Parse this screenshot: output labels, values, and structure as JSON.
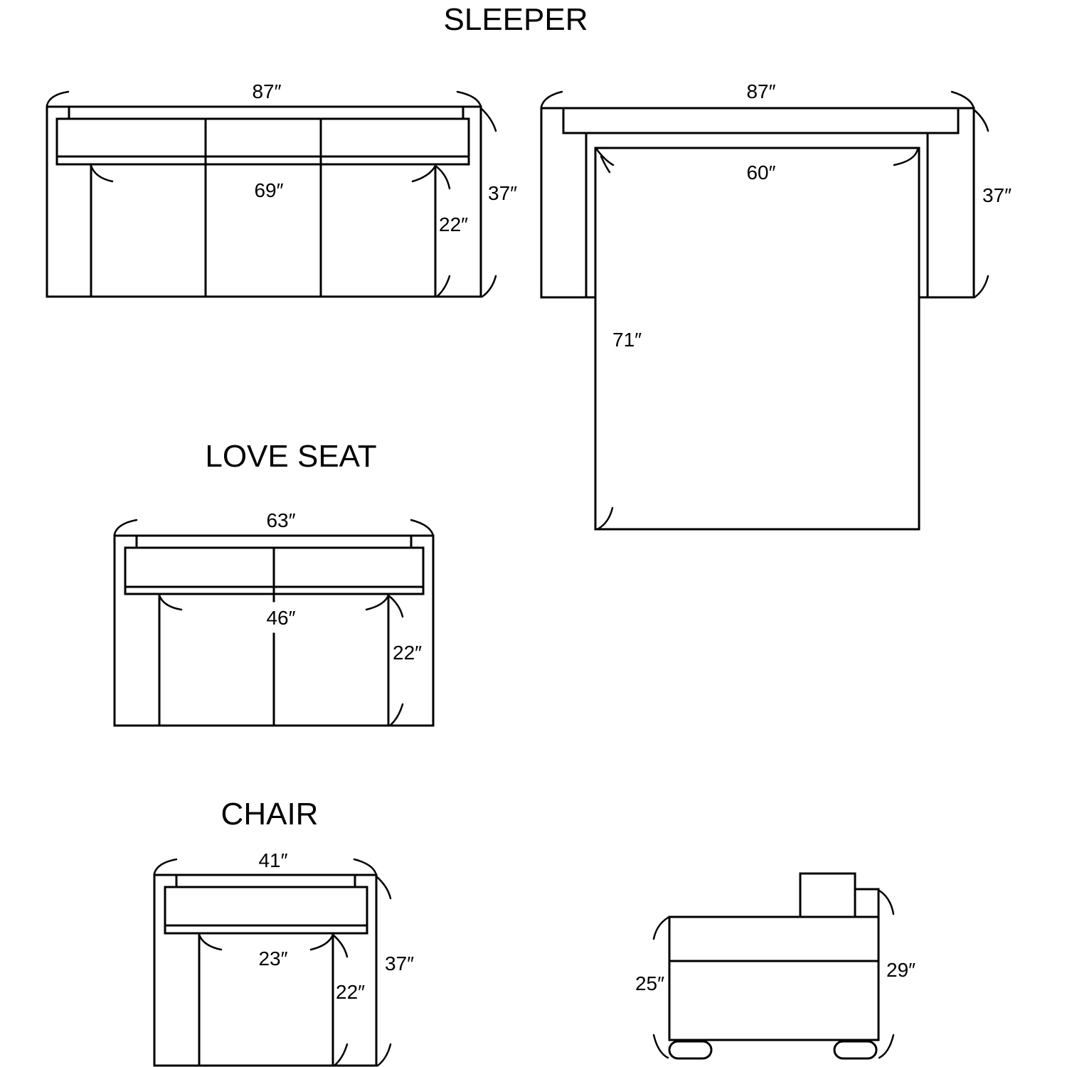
{
  "colors": {
    "line": "#000000",
    "background": "#ffffff"
  },
  "sleeper": {
    "title": "SLEEPER",
    "closed_view": {
      "overall_width": "87″",
      "seat_width": "69″",
      "seat_height": "22″",
      "overall_height": "37″",
      "seat_cushions": 3
    },
    "open_view": {
      "overall_width": "87″",
      "mattress_width": "60″",
      "overall_height": "37″",
      "mattress_length": "71″"
    }
  },
  "love_seat": {
    "title": "LOVE SEAT",
    "overall_width": "63″",
    "seat_width": "46″",
    "seat_height": "22″",
    "seat_cushions": 2
  },
  "chair": {
    "title": "CHAIR",
    "overall_width": "41″",
    "seat_width": "23″",
    "seat_height": "22″",
    "overall_height": "37″",
    "seat_cushions": 1
  },
  "side_view": {
    "arm_height": "25″",
    "back_height": "29″"
  }
}
